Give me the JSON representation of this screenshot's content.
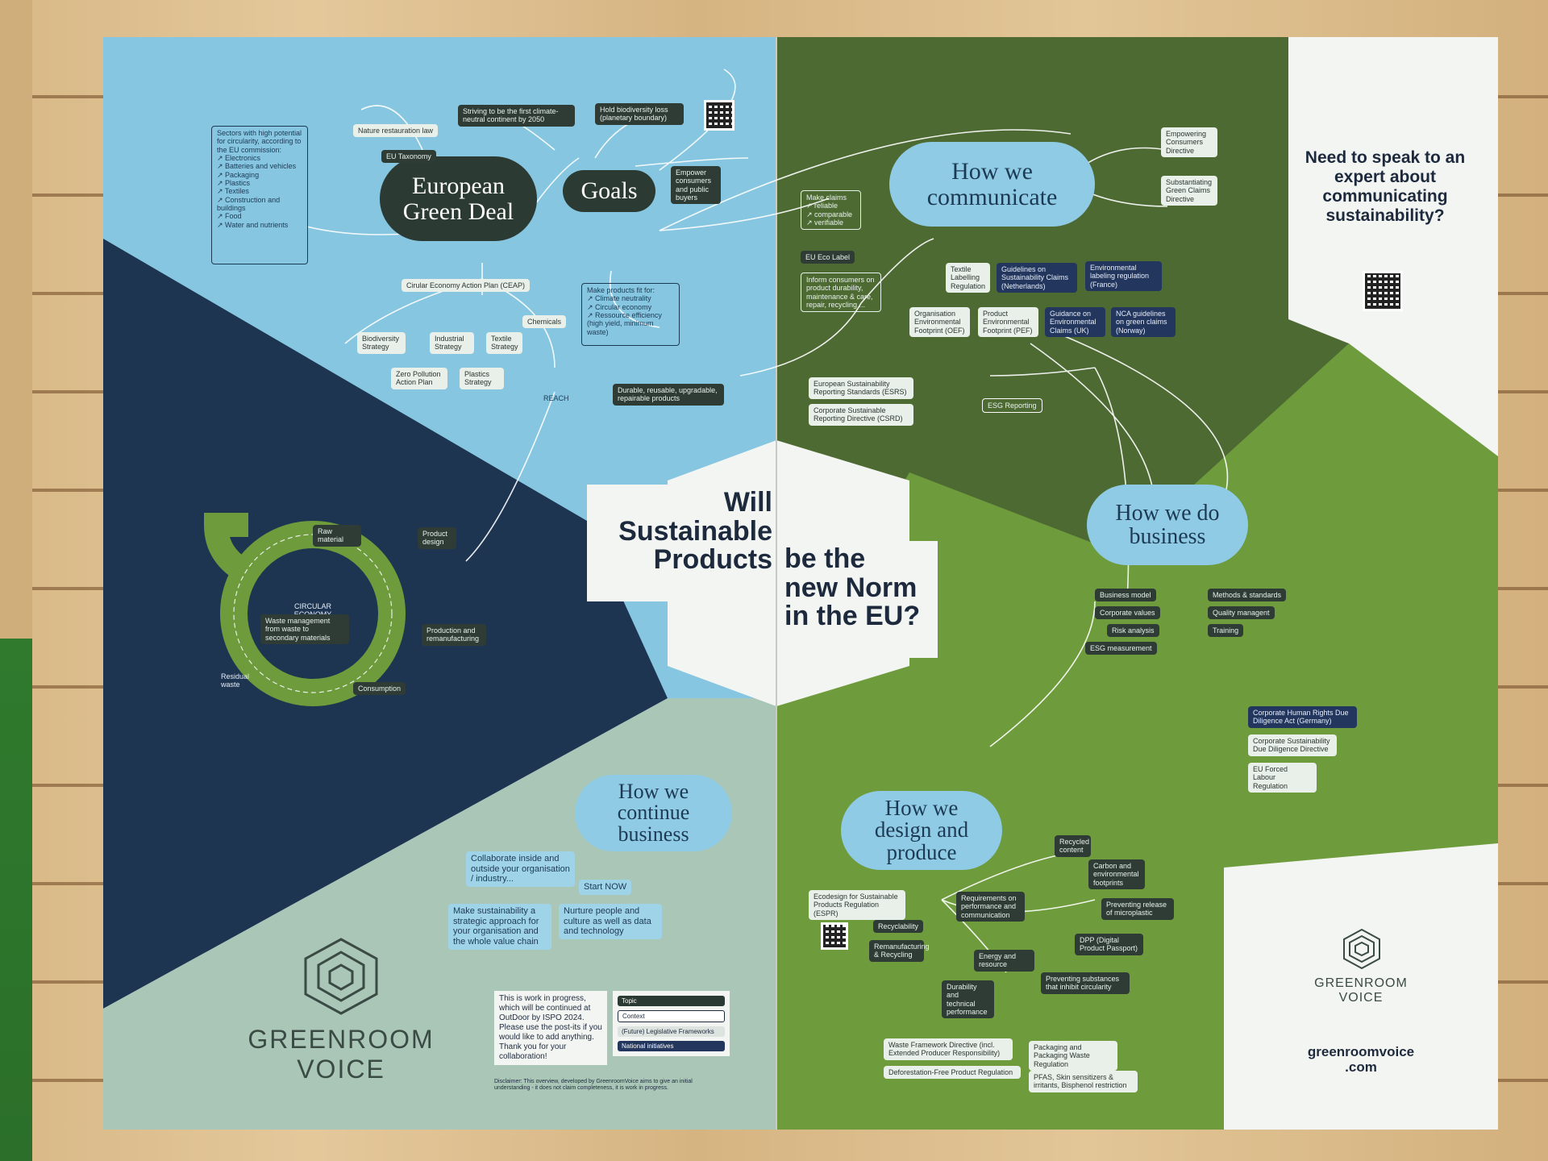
{
  "center": {
    "q1": "Will",
    "q2": "Sustainable",
    "q3": "Products",
    "q4": "be the",
    "q5": "new Norm",
    "q6": "in the EU?"
  },
  "green_deal": {
    "title": "European Green Deal",
    "goals": "Goals",
    "sectors": "Sectors with high potential for circularity, according to the EU commission:\n↗ Electronics\n↗ Batteries and vehicles\n↗ Packaging\n↗ Plastics\n↗ Textiles\n↗ Construction and buildings\n↗ Food\n↗ Water and nutrients",
    "nature_law": "Nature restauration law",
    "eu_taxonomy": "EU Taxonomy",
    "climate_neutral": "Striving to be the first climate-neutral continent by 2050",
    "biodiversity": "Hold biodiversity loss (planetary boundary)",
    "empower": "Empower consumers and public buyers",
    "ceap": "Cirular Economy Action Plan (CEAP)",
    "chemicals": "Chemicals",
    "biodiversity_strategy": "Biodiversity Strategy",
    "industrial_strategy": "Industrial Strategy",
    "textile_strategy": "Textile Strategy",
    "zero_pollution": "Zero Pollution Action Plan",
    "plastics_strategy": "Plastics Strategy",
    "reach": "REACH",
    "make_products": "Make products fit for:\n↗ Climate neutrality\n↗ Circular economy\n↗ Ressource efficiency (high yield, minimum waste)",
    "durable": "Durable, reusable, upgradable, repairable products"
  },
  "circular": {
    "center": "CIRCULAR ECONOMY",
    "raw": "Raw material",
    "design": "Product design",
    "production": "Production and remanufacturing",
    "consumption": "Consumption",
    "waste": "Waste management from waste to secondary materials",
    "residual": "Residual waste"
  },
  "communicate": {
    "title": "How we communicate",
    "empowering": "Empowering Consumers Directive",
    "substantiating": "Substantiating Green Claims Directive",
    "make_claims": "Make claims\n↗ reliable\n↗ comparable\n↗ verifiable",
    "eco_label": "EU Eco Label",
    "inform": "Inform consumers on product durability, maintenance & care, repair, recycling ...",
    "textile_labelling": "Textile Labelling Regulation",
    "guidelines_nl": "Guidelines on Sustainability Claims (Netherlands)",
    "env_fr": "Environmental labeling regulation (France)",
    "oef": "Organisation Environmental Footprint (OEF)",
    "pef": "Product Environmental Footprint (PEF)",
    "guidance_uk": "Guidance on Environmental Claims (UK)",
    "nca": "NCA guidelines on green claims (Norway)",
    "esrs": "European Sustainability Reporting Standards (ESRS)",
    "csrd": "Corporate Sustainable Reporting Directive (CSRD)",
    "esg_reporting": "ESG Reporting"
  },
  "business": {
    "title": "How we do business",
    "business_model": "Business model",
    "corporate_values": "Corporate values",
    "risk": "Risk analysis",
    "esg_measurement": "ESG measurement",
    "methods": "Methods & standards",
    "quality": "Quality managent",
    "training": "Training",
    "hr_act": "Corporate Human Rights Due Diligence Act (Germany)",
    "csdd": "Corporate Sustainability Due Diligence Directive",
    "forced_labour": "EU Forced Labour Regulation"
  },
  "design": {
    "title": "How we design and produce",
    "espr": "Ecodesign for Sustainable Products Regulation (ESPR)",
    "requirements": "Requirements on performance and communication",
    "recycled": "Recycled content",
    "carbon": "Carbon and environmental footprints",
    "microplastic": "Preventing release of microplastic",
    "dpp": "DPP (Digital Product Passport)",
    "substances": "Preventing substances that inhibit circularity",
    "energy": "Energy and resource",
    "durability": "Durability and technical performance",
    "reman": "Remanufacturing & Recycling",
    "recyclability": "Recyclability",
    "waste_framework": "Waste Framework Directive (incl. Extended Producer Responsibility)",
    "packaging": "Packaging and Packaging Waste Regulation",
    "deforestation": "Deforestation-Free Product Regulation",
    "pfas": "PFAS, Skin sensitizers & irritants, Bisphenol restriction"
  },
  "continue": {
    "title": "How we continue business",
    "collaborate": "Collaborate inside and outside your organisation / industry...",
    "start_now": "Start NOW",
    "strategic": "Make sustainability a strategic approach for your organisation and the whole value chain",
    "nurture": "Nurture people and culture as well as data and technology"
  },
  "brand": {
    "name1": "GREENROOM",
    "name2": "VOICE",
    "url": "greenroomvoice .com",
    "expert": "Need to speak to an expert about communicating sustainability?"
  },
  "note": {
    "text": "This is work in progress, which will be continued at OutDoor by ISPO 2024. Please use the post-its if you would like to add anything. Thank you for your collaboration!",
    "disclaimer": "Disclaimer: This overview, developed by GreenroomVoice aims to give an initial understanding - it does not claim completeness, it is work in progress.",
    "legend": [
      "Topic",
      "Context",
      "(Future) Legislative Frameworks",
      "National initiatives"
    ]
  },
  "colors": {
    "sky": "#86c6e0",
    "navy": "#1e3552",
    "dark_green": "#4e6a33",
    "bright_green": "#6e9b3b",
    "sage": "#a9c6b6",
    "white": "#f3f5f2"
  }
}
